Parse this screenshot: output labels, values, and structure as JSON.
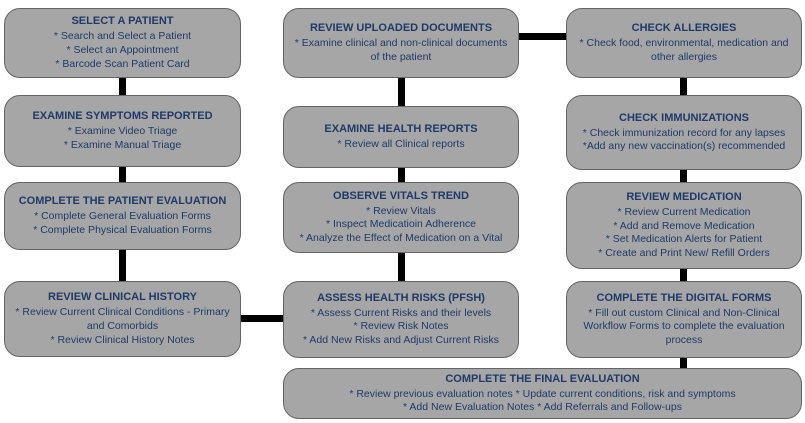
{
  "diagram": {
    "colors": {
      "box_fill": "#a6a6a6",
      "box_border": "#646464",
      "text": "#1f3a68",
      "connector": "#000000",
      "background": "#ffffff"
    },
    "boxes": [
      {
        "key": "select-a-patient",
        "title": "SELECT A PATIENT",
        "lines": [
          "* Search and Select a Patient",
          "* Select an Appointment",
          "* Barcode Scan Patient Card"
        ]
      },
      {
        "key": "examine-symptoms-reported",
        "title": "EXAMINE SYMPTOMS REPORTED",
        "lines": [
          "* Examine Video Triage",
          "* Examine Manual Triage"
        ]
      },
      {
        "key": "complete-the-patient-evaluation",
        "title": "COMPLETE THE PATIENT EVALUATION",
        "lines": [
          "* Complete General Evaluation Forms",
          "* Complete Physical Evaluation Forms"
        ]
      },
      {
        "key": "review-clinical-history",
        "title": "REVIEW CLINICAL HISTORY",
        "lines": [
          "* Review Current Clinical Conditions - Primary and Comorbids",
          "* Review Clinical History Notes"
        ]
      },
      {
        "key": "review-uploaded-documents",
        "title": "REVIEW UPLOADED DOCUMENTS",
        "lines": [
          "* Examine clinical and non-clinical documents of the patient"
        ]
      },
      {
        "key": "examine-health-reports",
        "title": "EXAMINE HEALTH REPORTS",
        "lines": [
          "* Review all Clinical reports"
        ]
      },
      {
        "key": "observe-vitals-trend",
        "title": "OBSERVE VITALS TREND",
        "lines": [
          "* Review Vitals",
          "* Inspect Medicatioin Adherence",
          "* Analyze the Effect of Medication on a Vital"
        ]
      },
      {
        "key": "assess-health-risks-pfsh",
        "title": "ASSESS HEALTH RISKS (PFSH)",
        "lines": [
          "* Assess Current Risks and their levels",
          "* Review Risk Notes",
          "* Add New Risks and Adjust Current Risks"
        ]
      },
      {
        "key": "check-allergies",
        "title": "CHECK ALLERGIES",
        "lines": [
          "* Check food, environmental, medication and other allergies"
        ]
      },
      {
        "key": "check-immunizations",
        "title": "CHECK IMMUNIZATIONS",
        "lines": [
          "* Check immunization record for any lapses",
          "*Add any new vaccination(s) recommended"
        ]
      },
      {
        "key": "review-medication",
        "title": "REVIEW MEDICATION",
        "lines": [
          "* Review Current Medication",
          "* Add and Remove Medication",
          "* Set Medication Alerts for Patient",
          "* Create and Print New/ Refill Orders"
        ]
      },
      {
        "key": "complete-the-digital-forms",
        "title": "COMPLETE THE DIGITAL FORMS",
        "lines": [
          "* Fill out custom Clinical and Non-Clinical Workflow Forms to complete the evaluation process"
        ]
      },
      {
        "key": "complete-the-final-evaluation",
        "title": "COMPLETE THE FINAL EVALUATION",
        "lines": [
          "* Review  previous evaluation notes  * Update current conditions, risk and symptoms",
          "* Add New  Evaluation Notes  * Add Referrals and Follow-ups"
        ]
      }
    ]
  }
}
